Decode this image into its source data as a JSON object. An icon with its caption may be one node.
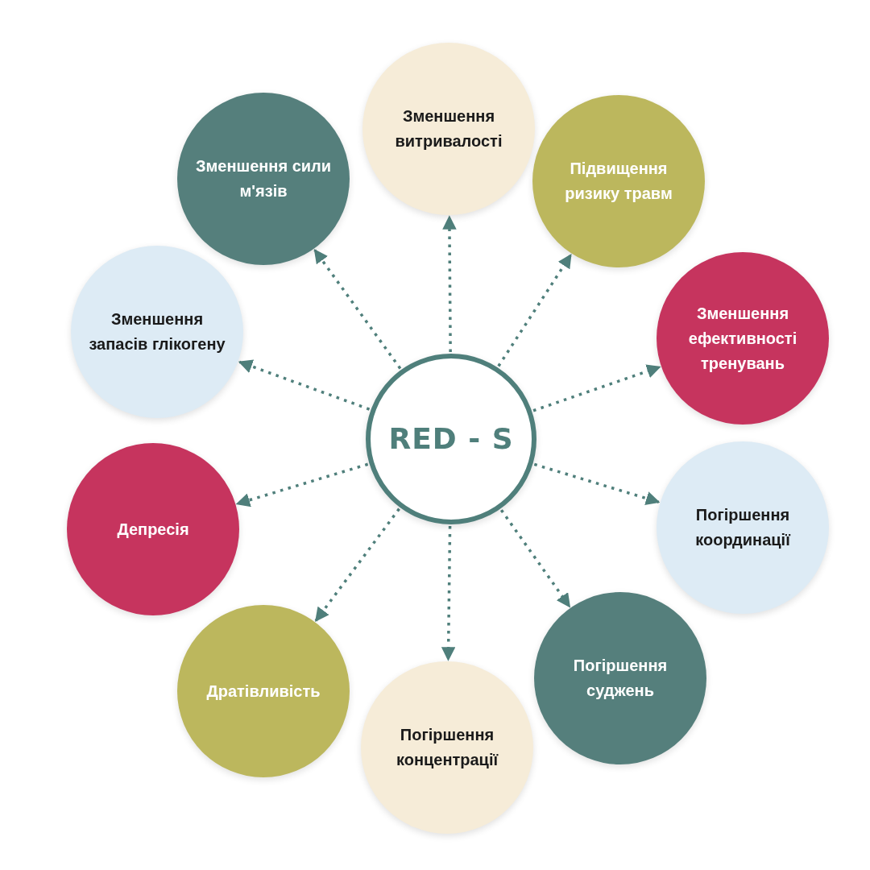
{
  "diagram": {
    "nodes": [
      {
        "text": [
          "RED - S"
        ]
      },
      {
        "text": [
          "Зменшення витривалості"
        ]
      },
      {
        "text": [
          "Підвищення ризику травм"
        ]
      },
      {
        "text": [
          "Зменшення ефективності тренувань"
        ]
      },
      {
        "text": [
          "Погіршення координації"
        ]
      },
      {
        "text": [
          "Погіршення суджень"
        ]
      },
      {
        "text": [
          "Погіршення концентрації"
        ]
      },
      {
        "text": [
          "Дратівливість"
        ]
      },
      {
        "text": [
          "Депресія"
        ]
      },
      {
        "text": [
          "Зменшення запасів глікогену"
        ]
      },
      {
        "text": [
          "Зменшення сили м'язів"
        ]
      }
    ],
    "edges": [
      {
        "from": 0,
        "to": 1,
        "arrow": "to"
      },
      {
        "from": 0,
        "to": 2,
        "arrow": "to"
      },
      {
        "from": 0,
        "to": 3,
        "arrow": "to"
      },
      {
        "from": 0,
        "to": 4,
        "arrow": "to"
      },
      {
        "from": 0,
        "to": 5,
        "arrow": "to"
      },
      {
        "from": 0,
        "to": 6,
        "arrow": "to"
      },
      {
        "from": 0,
        "to": 7,
        "arrow": "to"
      },
      {
        "from": 0,
        "to": 8,
        "arrow": "to"
      },
      {
        "from": 0,
        "to": 9,
        "arrow": "to"
      },
      {
        "from": 0,
        "to": 10,
        "arrow": "to"
      }
    ]
  }
}
